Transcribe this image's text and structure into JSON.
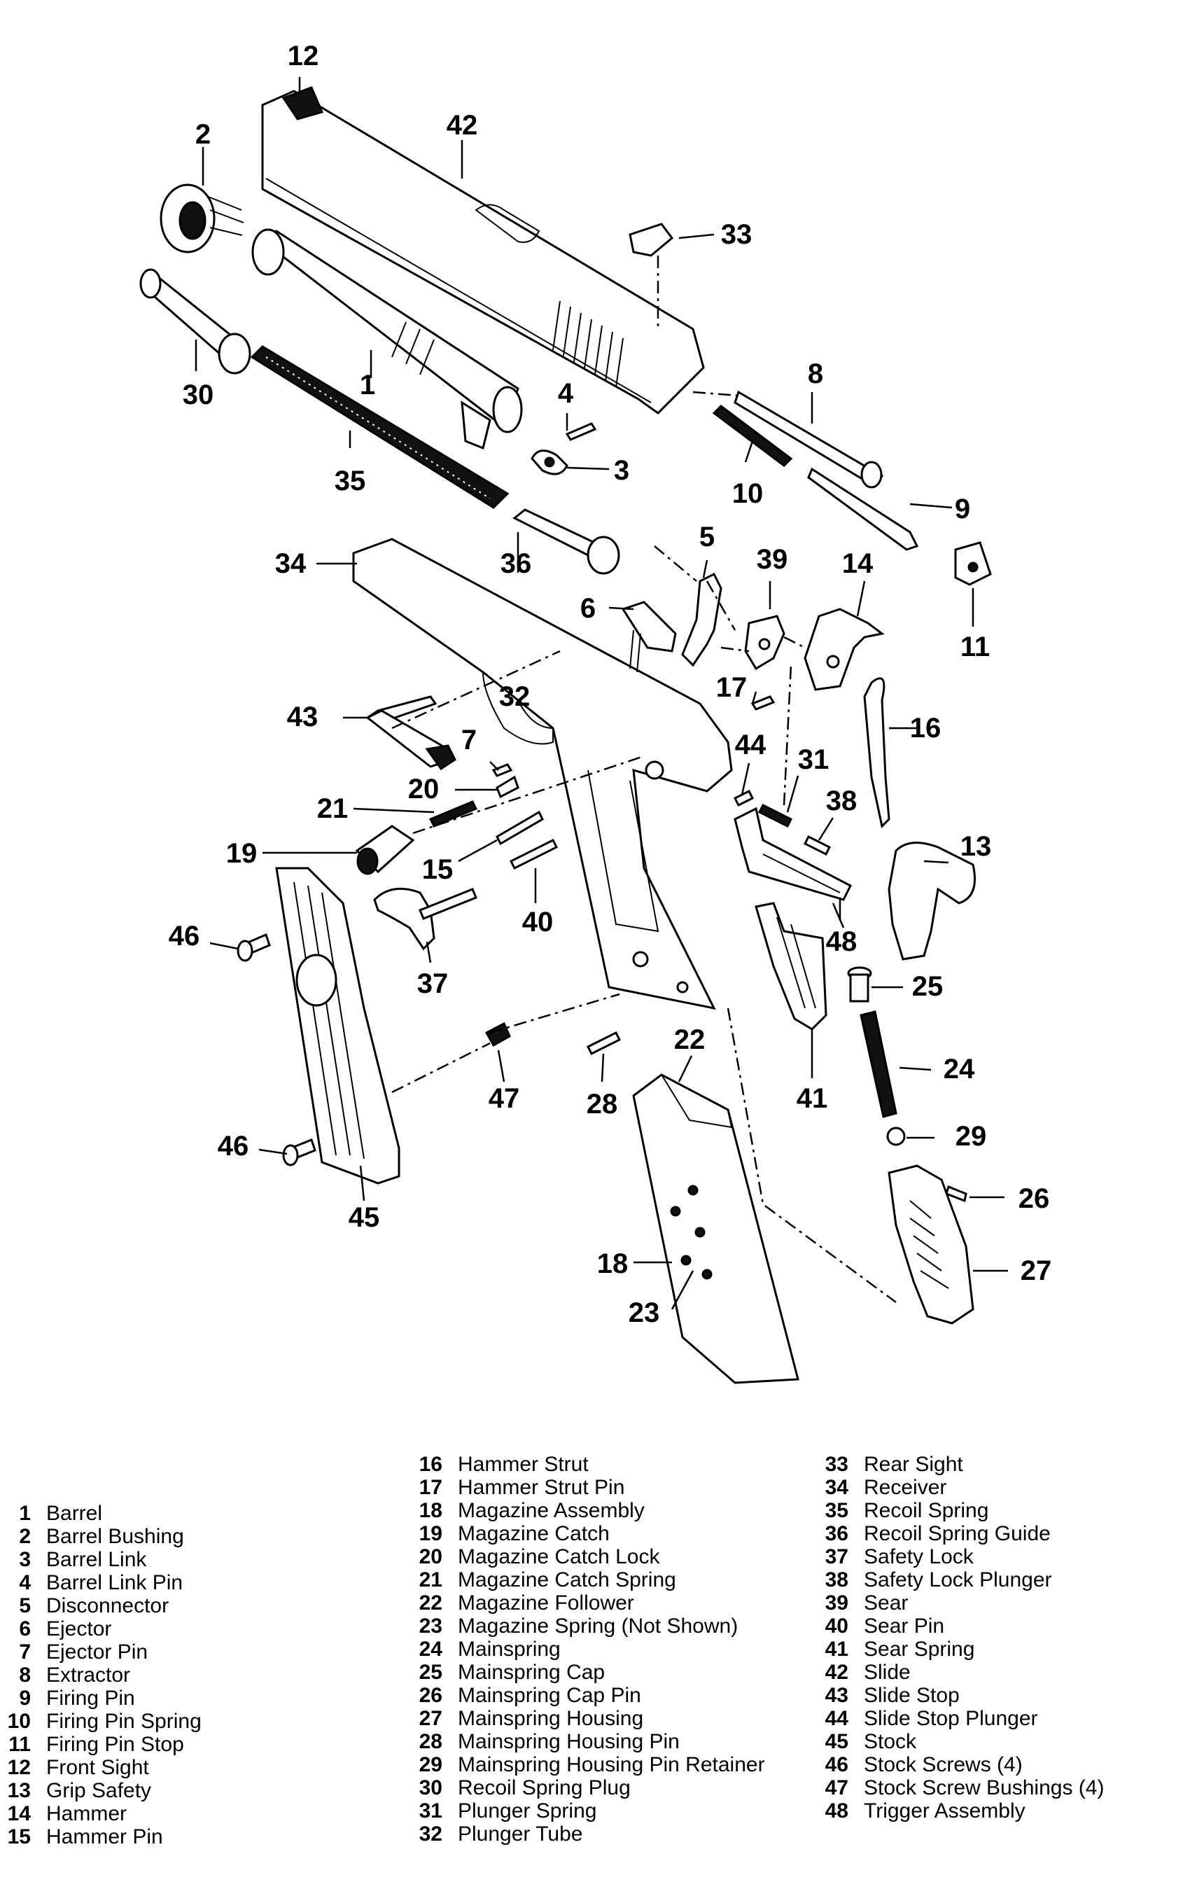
{
  "callouts": [
    "1",
    "2",
    "3",
    "4",
    "5",
    "6",
    "7",
    "8",
    "9",
    "10",
    "11",
    "12",
    "13",
    "14",
    "15",
    "16",
    "17",
    "18",
    "19",
    "20",
    "21",
    "22",
    "23",
    "24",
    "25",
    "26",
    "27",
    "28",
    "29",
    "30",
    "31",
    "32",
    "33",
    "34",
    "35",
    "36",
    "37",
    "38",
    "39",
    "40",
    "41",
    "42",
    "43",
    "44",
    "45",
    "46",
    "46",
    "47",
    "48"
  ],
  "legend": {
    "col1": [
      {
        "num": "1",
        "name": "Barrel"
      },
      {
        "num": "2",
        "name": "Barrel Bushing"
      },
      {
        "num": "3",
        "name": "Barrel Link"
      },
      {
        "num": "4",
        "name": "Barrel Link Pin"
      },
      {
        "num": "5",
        "name": "Disconnector"
      },
      {
        "num": "6",
        "name": "Ejector"
      },
      {
        "num": "7",
        "name": "Ejector Pin"
      },
      {
        "num": "8",
        "name": "Extractor"
      },
      {
        "num": "9",
        "name": "Firing Pin"
      },
      {
        "num": "10",
        "name": "Firing Pin Spring"
      },
      {
        "num": "11",
        "name": "Firing Pin Stop"
      },
      {
        "num": "12",
        "name": "Front Sight"
      },
      {
        "num": "13",
        "name": "Grip Safety"
      },
      {
        "num": "14",
        "name": "Hammer"
      },
      {
        "num": "15",
        "name": "Hammer Pin"
      }
    ],
    "col2": [
      {
        "num": "16",
        "name": "Hammer Strut"
      },
      {
        "num": "17",
        "name": "Hammer Strut Pin"
      },
      {
        "num": "18",
        "name": "Magazine Assembly"
      },
      {
        "num": "19",
        "name": "Magazine Catch"
      },
      {
        "num": "20",
        "name": "Magazine Catch Lock"
      },
      {
        "num": "21",
        "name": "Magazine Catch Spring"
      },
      {
        "num": "22",
        "name": "Magazine Follower"
      },
      {
        "num": "23",
        "name": "Magazine Spring (Not Shown)"
      },
      {
        "num": "24",
        "name": "Mainspring"
      },
      {
        "num": "25",
        "name": "Mainspring Cap"
      },
      {
        "num": "26",
        "name": "Mainspring Cap Pin"
      },
      {
        "num": "27",
        "name": "Mainspring Housing"
      },
      {
        "num": "28",
        "name": "Mainspring Housing Pin"
      },
      {
        "num": "29",
        "name": "Mainspring Housing Pin Retainer"
      },
      {
        "num": "30",
        "name": "Recoil Spring Plug"
      },
      {
        "num": "31",
        "name": "Plunger Spring"
      },
      {
        "num": "32",
        "name": "Plunger Tube"
      }
    ],
    "col3": [
      {
        "num": "33",
        "name": "Rear Sight"
      },
      {
        "num": "34",
        "name": "Receiver"
      },
      {
        "num": "35",
        "name": "Recoil Spring"
      },
      {
        "num": "36",
        "name": "Recoil Spring Guide"
      },
      {
        "num": "37",
        "name": "Safety Lock"
      },
      {
        "num": "38",
        "name": "Safety Lock Plunger"
      },
      {
        "num": "39",
        "name": "Sear"
      },
      {
        "num": "40",
        "name": "Sear Pin"
      },
      {
        "num": "41",
        "name": "Sear Spring"
      },
      {
        "num": "42",
        "name": "Slide"
      },
      {
        "num": "43",
        "name": "Slide Stop"
      },
      {
        "num": "44",
        "name": "Slide Stop Plunger"
      },
      {
        "num": "45",
        "name": "Stock"
      },
      {
        "num": "46",
        "name": "Stock Screws (4)"
      },
      {
        "num": "47",
        "name": "Stock Screw Bushings (4)"
      },
      {
        "num": "48",
        "name": "Trigger Assembly"
      }
    ]
  }
}
